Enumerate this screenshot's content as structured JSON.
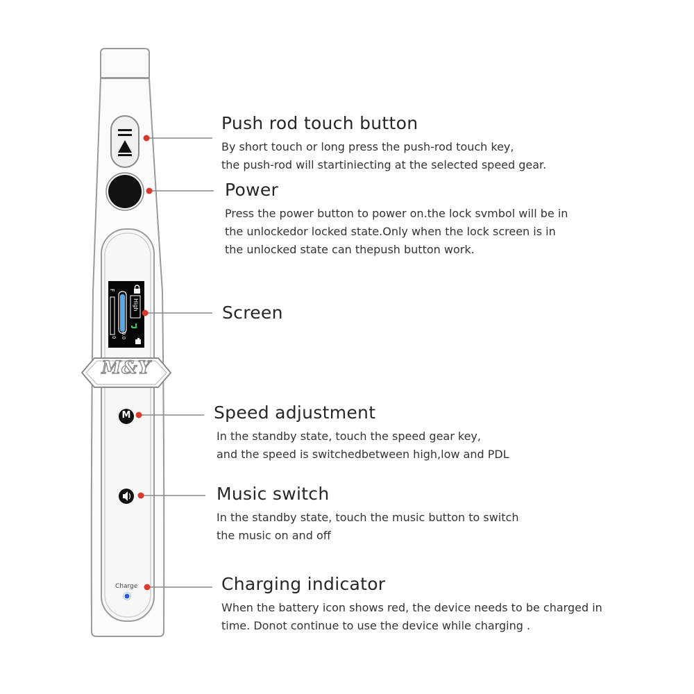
{
  "callouts": {
    "push_rod": {
      "title": "Push rod touch button",
      "lines": [
        "By short touch or long press the push-rod touch key,",
        "the push-rod will startiniecting at the selected speed gear."
      ]
    },
    "power": {
      "title": "Power",
      "lines": [
        "Press the power button to power on.the lock svmbol will be in",
        "the unlockedor locked state.Only when the lock screen is in",
        "the unlocked state can thepush button work."
      ]
    },
    "screen": {
      "title": "Screen"
    },
    "speed": {
      "title": "Speed adjustment",
      "lines": [
        "In the standby state, touch the speed gear key,",
        "and the speed is switchedbetween high,low and PDL"
      ]
    },
    "music": {
      "title": "Music switch",
      "lines": [
        "In the standby state, touch the music button to switch",
        "the music on and off"
      ]
    },
    "charging": {
      "title": "Charging indicator",
      "lines": [
        "When the battery icon shows red, the device needs to be charged in",
        "time. Donot continue to use the device while charging ."
      ]
    }
  },
  "device": {
    "screen_mode": "High",
    "screen_f": "F",
    "screen_value_a": "0.0",
    "screen_value_b": "0",
    "speed_key_letter": "M",
    "charge_label": "Charge",
    "logo": "M&Y"
  },
  "colors": {
    "leader_dot": "#d93a2f",
    "leader_line": "#888888",
    "device_outline": "#9a9a9a",
    "screen_bg": "#0a0a0a",
    "screen_bar": "#5aa8e6",
    "screen_green": "#3ecf4a",
    "charge_led": "#2a5bd6"
  }
}
